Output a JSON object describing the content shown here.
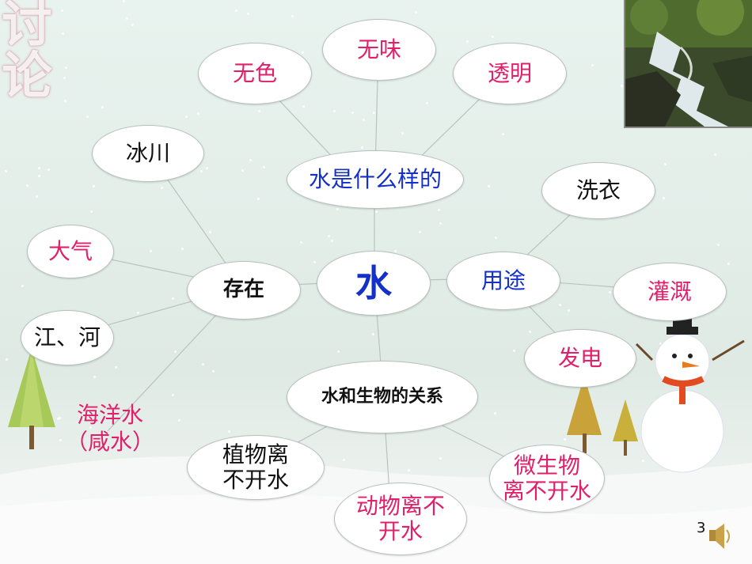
{
  "slide": {
    "side_title": "讨论",
    "page_number": "3"
  },
  "mindmap": {
    "center": "水",
    "what_like": {
      "label": "水是什么样的",
      "items": [
        "无色",
        "无味",
        "透明"
      ]
    },
    "existence": {
      "label": "存在",
      "items": [
        "冰川",
        "大气",
        "江、河",
        "海洋水",
        "（咸水）"
      ]
    },
    "uses": {
      "label": "用途",
      "items": [
        "洗衣",
        "灌溉",
        "发电"
      ]
    },
    "relation": {
      "label": "水和生物的关系",
      "items": {
        "plants_l1": "植物离",
        "plants_l2": "不开水",
        "animals_l1": "动物离不",
        "animals_l2": "开水",
        "microbes_l1": "微生物",
        "microbes_l2": "离不开水"
      }
    }
  },
  "colors": {
    "pink": "#e0206a",
    "blue": "#1530c8",
    "black": "#111111"
  },
  "icons": [
    "speaker-icon",
    "snowman",
    "pine-tree",
    "waterfall-photo"
  ]
}
